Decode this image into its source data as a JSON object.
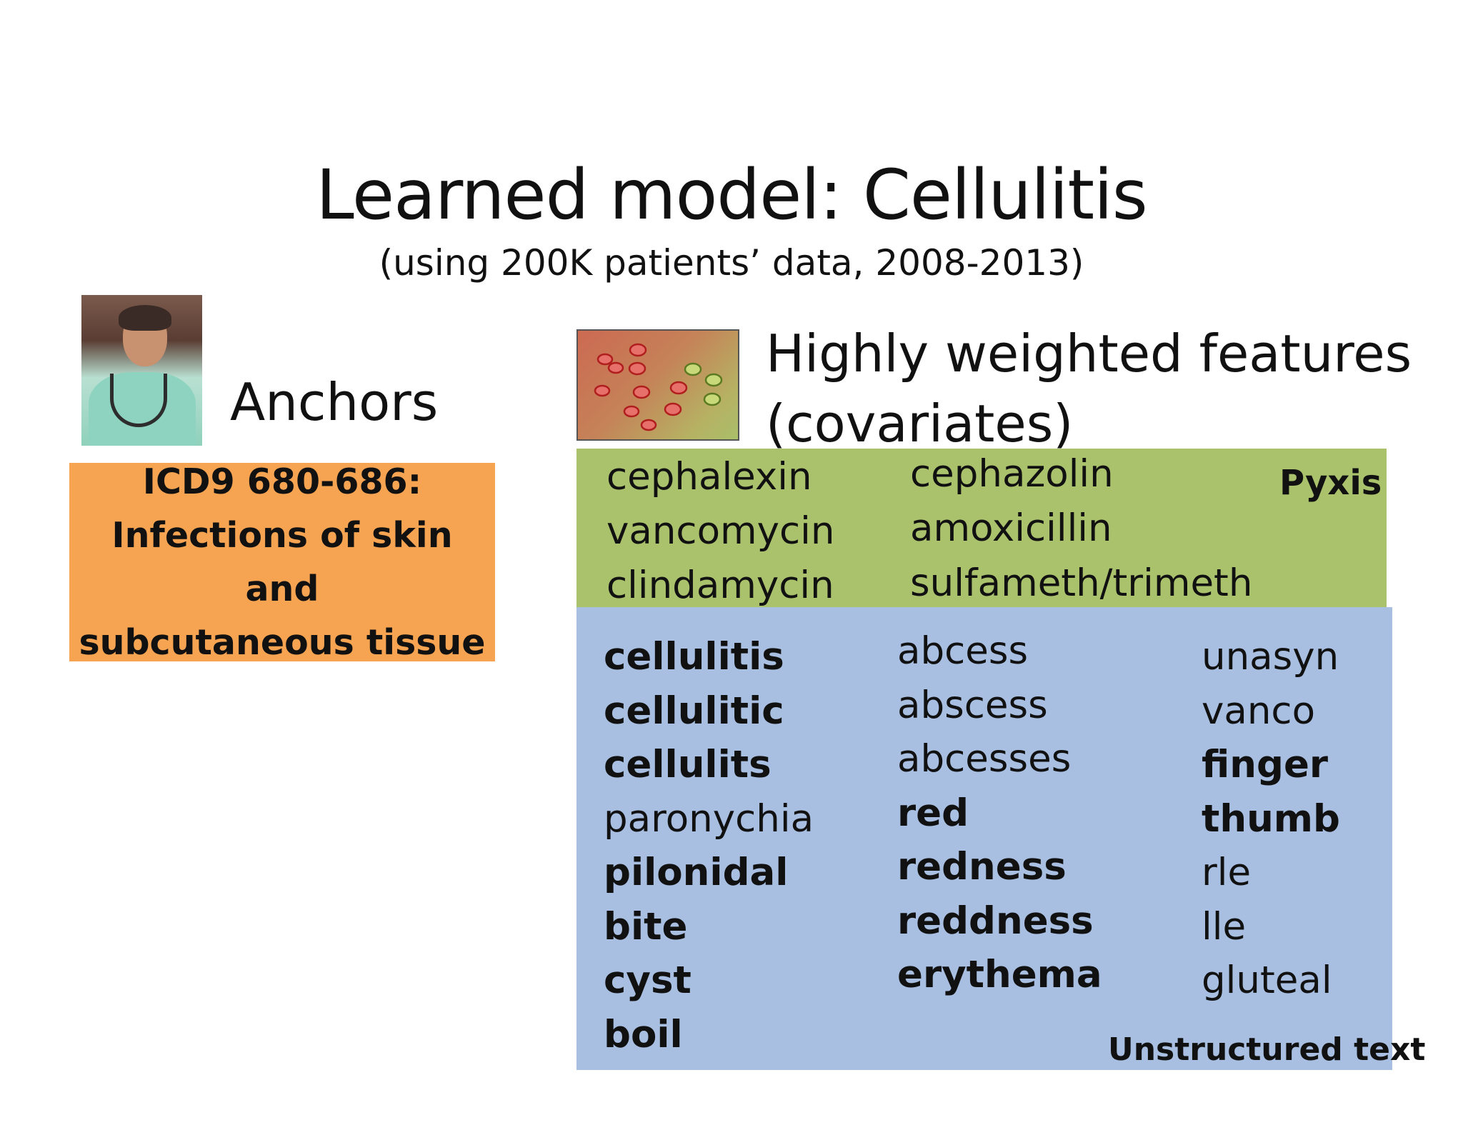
{
  "slide": {
    "title": "Learned model: Cellulitis",
    "subtitle": "(using 200K patients’ data, 2008-2013)"
  },
  "anchors": {
    "label": "Anchors",
    "box_lines": [
      "ICD9 680-686:",
      "Infections of skin and",
      "subcutaneous tissue"
    ]
  },
  "features": {
    "label_lines": [
      "Highly weighted features",
      "(covariates)"
    ]
  },
  "pyxis": {
    "label": "Pyxis",
    "columns": [
      [
        "cephalexin",
        "vancomycin",
        "clindamycin"
      ],
      [
        "cephazolin",
        "amoxicillin",
        "sulfameth/trimeth"
      ]
    ]
  },
  "unstructured": {
    "label": "Unstructured text",
    "columns": [
      [
        {
          "text": "cellulitis",
          "bold": true
        },
        {
          "text": "cellulitic",
          "bold": true
        },
        {
          "text": "cellulits",
          "bold": true
        },
        {
          "text": "paronychia",
          "bold": false
        },
        {
          "text": "pilonidal",
          "bold": true
        },
        {
          "text": "bite",
          "bold": true
        },
        {
          "text": "cyst",
          "bold": true
        },
        {
          "text": "boil",
          "bold": true
        }
      ],
      [
        {
          "text": "abcess",
          "bold": false
        },
        {
          "text": "abscess",
          "bold": false
        },
        {
          "text": "abcesses",
          "bold": false
        },
        {
          "text": "red",
          "bold": true
        },
        {
          "text": "redness",
          "bold": true
        },
        {
          "text": "reddness",
          "bold": true
        },
        {
          "text": "erythema",
          "bold": true
        }
      ],
      [
        {
          "text": "unasyn",
          "bold": false
        },
        {
          "text": "vanco",
          "bold": false
        },
        {
          "text": "finger",
          "bold": true
        },
        {
          "text": "thumb",
          "bold": true
        },
        {
          "text": "rle",
          "bold": false
        },
        {
          "text": "lle",
          "bold": false
        },
        {
          "text": "gluteal",
          "bold": false
        }
      ]
    ]
  },
  "colors": {
    "anchor_box": "#f6a452",
    "pyxis_box": "#abc26d",
    "text_box": "#a8bfe1"
  }
}
